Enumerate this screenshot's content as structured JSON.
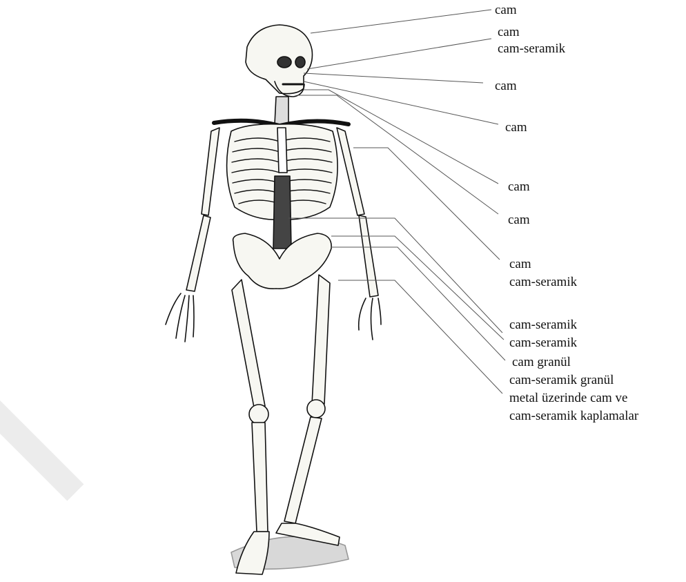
{
  "figure": {
    "type": "skeleton-with-material-labels",
    "colors": {
      "ink": "#111111",
      "leader": "#555555",
      "bone_fill": "#f7f7f2",
      "shadow": "#bfbfbf"
    }
  },
  "labels": [
    {
      "id": "skull",
      "text": "cam"
    },
    {
      "id": "ear",
      "text": "cam"
    },
    {
      "id": "ear_ceramic",
      "text": "cam-seramik"
    },
    {
      "id": "maxilla",
      "text": "cam"
    },
    {
      "id": "mandible",
      "text": "cam"
    },
    {
      "id": "cervical",
      "text": "cam"
    },
    {
      "id": "clavicle",
      "text": "cam"
    },
    {
      "id": "sternum",
      "text": "cam"
    },
    {
      "id": "sternum_ceramic",
      "text": "cam-seramik"
    },
    {
      "id": "spine",
      "text": "cam-seramik"
    },
    {
      "id": "iliac",
      "text": "cam-seramik"
    },
    {
      "id": "pelvis",
      "text": "cam granül"
    },
    {
      "id": "pelvis_granule",
      "text": "cam-seramik granül"
    },
    {
      "id": "hip_line1",
      "text": "metal üzerinde cam ve"
    },
    {
      "id": "hip_line2",
      "text": "cam-seramik kaplamalar"
    }
  ]
}
